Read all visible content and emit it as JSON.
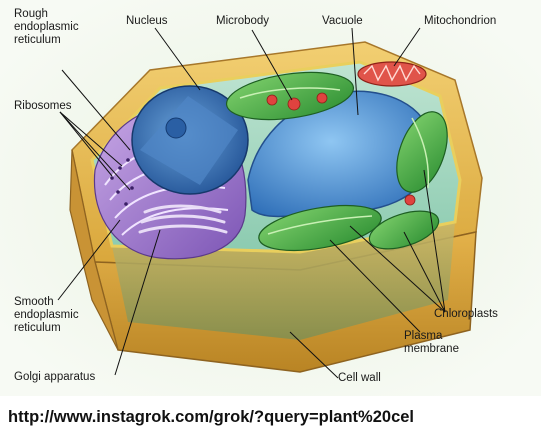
{
  "diagram": {
    "labels": {
      "rough_er": "Rough\nendoplasmic\nreticulum",
      "nucleus": "Nucleus",
      "microbody": "Microbody",
      "vacuole": "Vacuole",
      "mitochondrion": "Mitochondrion",
      "ribosomes": "Ribosomes",
      "smooth_er": "Smooth\nendoplasmic\nreticulum",
      "golgi": "Golgi apparatus",
      "chloroplasts": "Chloroplasts",
      "plasma_membrane": "Plasma\nmembrane",
      "cell_wall": "Cell wall"
    }
  },
  "footer": {
    "url": "http://www.instagrok.com/grok/?query=plant%20cel"
  }
}
